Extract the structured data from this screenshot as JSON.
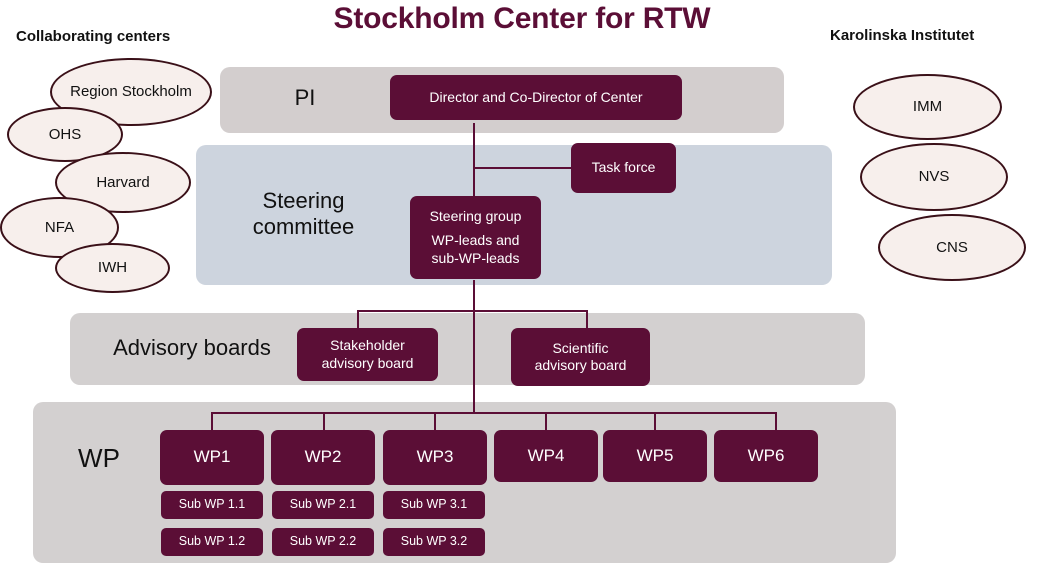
{
  "title": "Stockholm Center for RTW",
  "colors": {
    "accent": "#5B0E36",
    "ellipse_fill": "#F7EFEC",
    "ellipse_stroke": "#3A1018",
    "band_pi": "#D3CECE",
    "band_steering": "#CDD4DE",
    "band_advisory": "#D3D0D0",
    "band_wp": "#D3D0D0",
    "box_text": "#FFFFFF"
  },
  "collaborating": {
    "heading": "Collaborating centers",
    "items": [
      {
        "label": "Region Stockholm"
      },
      {
        "label": "OHS"
      },
      {
        "label": "Harvard"
      },
      {
        "label": "NFA"
      },
      {
        "label": "IWH"
      }
    ]
  },
  "karolinska": {
    "heading": "Karolinska Institutet",
    "items": [
      {
        "label": "IMM"
      },
      {
        "label": "NVS"
      },
      {
        "label": "CNS"
      }
    ]
  },
  "bands": {
    "pi": {
      "label": "PI",
      "boxes": [
        {
          "label": "Director and Co-Director of Center"
        }
      ]
    },
    "steering": {
      "label": "Steering\ncommittee",
      "boxes": [
        {
          "label": "Task force"
        },
        {
          "label": "Steering group",
          "label2": "WP-leads and\nsub-WP-leads"
        }
      ]
    },
    "advisory": {
      "label": "Advisory boards",
      "boxes": [
        {
          "label": "Stakeholder\nadvisory board"
        },
        {
          "label": "Scientific\nadvisory board"
        }
      ]
    },
    "wp": {
      "label": "WP",
      "work_packages": [
        {
          "label": "WP1"
        },
        {
          "label": "WP2"
        },
        {
          "label": "WP3"
        },
        {
          "label": "WP4"
        },
        {
          "label": "WP5"
        },
        {
          "label": "WP6"
        }
      ],
      "sub_work_packages": [
        {
          "label": "Sub WP 1.1"
        },
        {
          "label": "Sub WP 2.1"
        },
        {
          "label": "Sub WP 3.1"
        },
        {
          "label": "Sub WP 1.2"
        },
        {
          "label": "Sub WP 2.2"
        },
        {
          "label": "Sub WP 3.2"
        }
      ]
    }
  }
}
